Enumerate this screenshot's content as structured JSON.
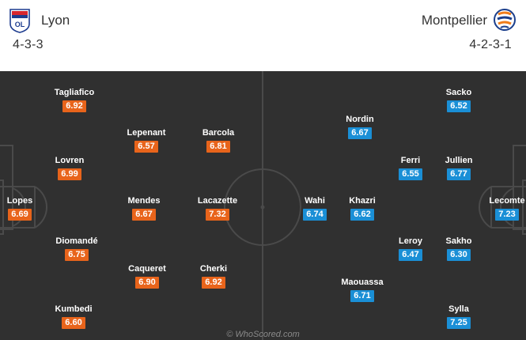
{
  "home": {
    "name": "Lyon",
    "formation": "4-3-3",
    "color": "#e8641b",
    "crest_icon": "lyon-crest-icon",
    "players": [
      {
        "name": "Tagliafico",
        "rating": "6.92"
      },
      {
        "name": "Lepenant",
        "rating": "6.57"
      },
      {
        "name": "Barcola",
        "rating": "6.81"
      },
      {
        "name": "Lovren",
        "rating": "6.99"
      },
      {
        "name": "Lopes",
        "rating": "6.69"
      },
      {
        "name": "Mendes",
        "rating": "6.67"
      },
      {
        "name": "Lacazette",
        "rating": "7.32"
      },
      {
        "name": "Diomandé",
        "rating": "6.75"
      },
      {
        "name": "Caqueret",
        "rating": "6.90"
      },
      {
        "name": "Cherki",
        "rating": "6.92"
      },
      {
        "name": "Kumbedi",
        "rating": "6.60"
      }
    ]
  },
  "away": {
    "name": "Montpellier",
    "formation": "4-2-3-1",
    "color": "#1a8fd6",
    "crest_icon": "montpellier-crest-icon",
    "players": [
      {
        "name": "Sacko",
        "rating": "6.52"
      },
      {
        "name": "Nordin",
        "rating": "6.67"
      },
      {
        "name": "Ferri",
        "rating": "6.55"
      },
      {
        "name": "Jullien",
        "rating": "6.77"
      },
      {
        "name": "Wahi",
        "rating": "6.74"
      },
      {
        "name": "Khazri",
        "rating": "6.62"
      },
      {
        "name": "Lecomte",
        "rating": "7.23"
      },
      {
        "name": "Leroy",
        "rating": "6.47"
      },
      {
        "name": "Sakho",
        "rating": "6.30"
      },
      {
        "name": "Maouassa",
        "rating": "6.71"
      },
      {
        "name": "Sylla",
        "rating": "7.25"
      }
    ]
  },
  "watermark": "© WhoScored.com"
}
